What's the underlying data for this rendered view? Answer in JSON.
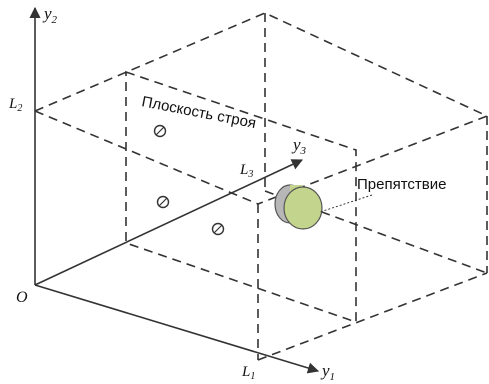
{
  "axes": {
    "y2": {
      "letter": "y",
      "sub": "2"
    },
    "y1": {
      "letter": "y",
      "sub": "1"
    },
    "y3": {
      "letter": "y",
      "sub": "3"
    },
    "origin": "O"
  },
  "marks": {
    "L2": {
      "letter": "L",
      "sub": "2"
    },
    "L1": {
      "letter": "L",
      "sub": "1"
    },
    "L3": {
      "letter": "L",
      "sub": "3"
    }
  },
  "labels": {
    "formation_plane": "Плоскость строя",
    "obstacle": "Препятствие"
  },
  "colors": {
    "lines": "#333333",
    "obstacle_fill": "#c3d48c",
    "obstacle_shadow": "#b7b7b7"
  }
}
